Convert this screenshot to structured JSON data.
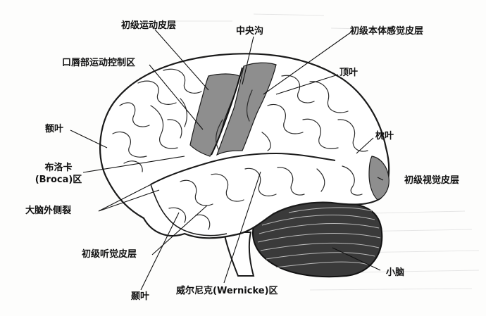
{
  "labels": {
    "primary_motor": "初级运动皮层",
    "central_sulcus": "中央沟",
    "primary_somatosensory": "初级本体感觉皮层",
    "lip_motor": "口唇部运动控制区",
    "parietal": "顶叶",
    "frontal": "额叶",
    "occipital": "枕叶",
    "broca_line1": "布洛卡",
    "broca_line2": "(Broca)区",
    "primary_visual": "初级视觉皮层",
    "lateral_fissure": "大脑外侧裂",
    "primary_auditory": "初级听觉皮层",
    "cerebellum": "小脑",
    "temporal": "颞叶",
    "wernicke": "威尔尼克(Wernicke)区"
  },
  "colors": {
    "highlight": "#8e8e8e",
    "lobe_fill": "#ffffff",
    "cerebellum": "#3a3a3a",
    "stroke": "#1a1a1a"
  }
}
